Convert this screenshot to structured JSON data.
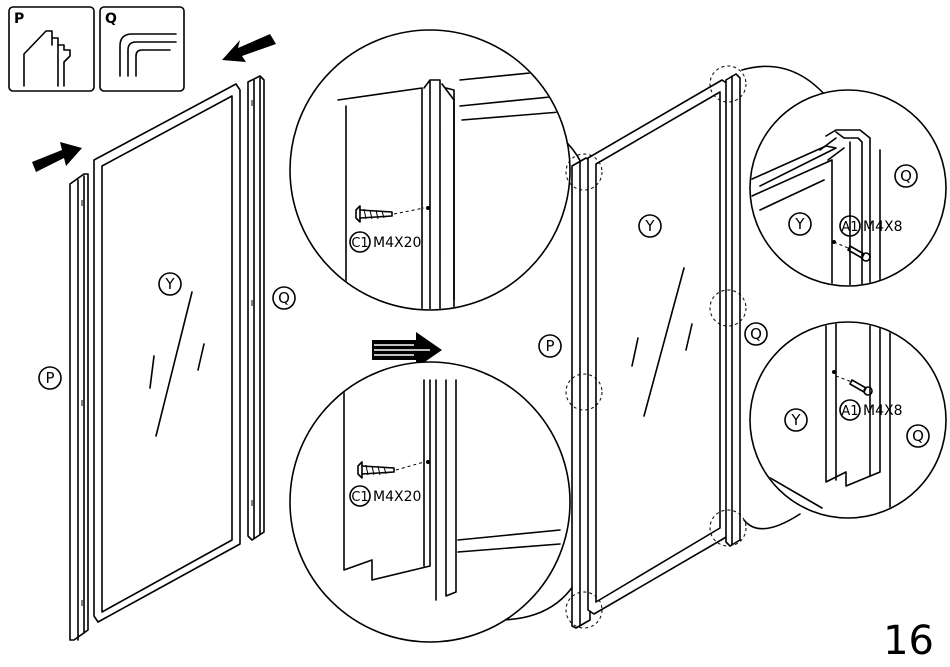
{
  "key_panels": {
    "p_letter": "P",
    "q_letter": "Q"
  },
  "step1": {
    "p_label": "P",
    "q_label": "Q",
    "y_label": "Y"
  },
  "detail_top": {
    "screw_id": "C1",
    "screw_size": "M4X20"
  },
  "detail_bottom": {
    "screw_id": "C1",
    "screw_size": "M4X20"
  },
  "assembled": {
    "p_label": "P",
    "q_label": "Q",
    "y_label": "Y"
  },
  "detail_right_top": {
    "screw_id": "A1",
    "screw_size": "M4X8",
    "y_label": "Y",
    "q_label": "Q"
  },
  "detail_right_bottom": {
    "screw_id": "A1",
    "screw_size": "M4X8",
    "y_label": "Y",
    "q_label": "Q"
  },
  "page_number": "16"
}
